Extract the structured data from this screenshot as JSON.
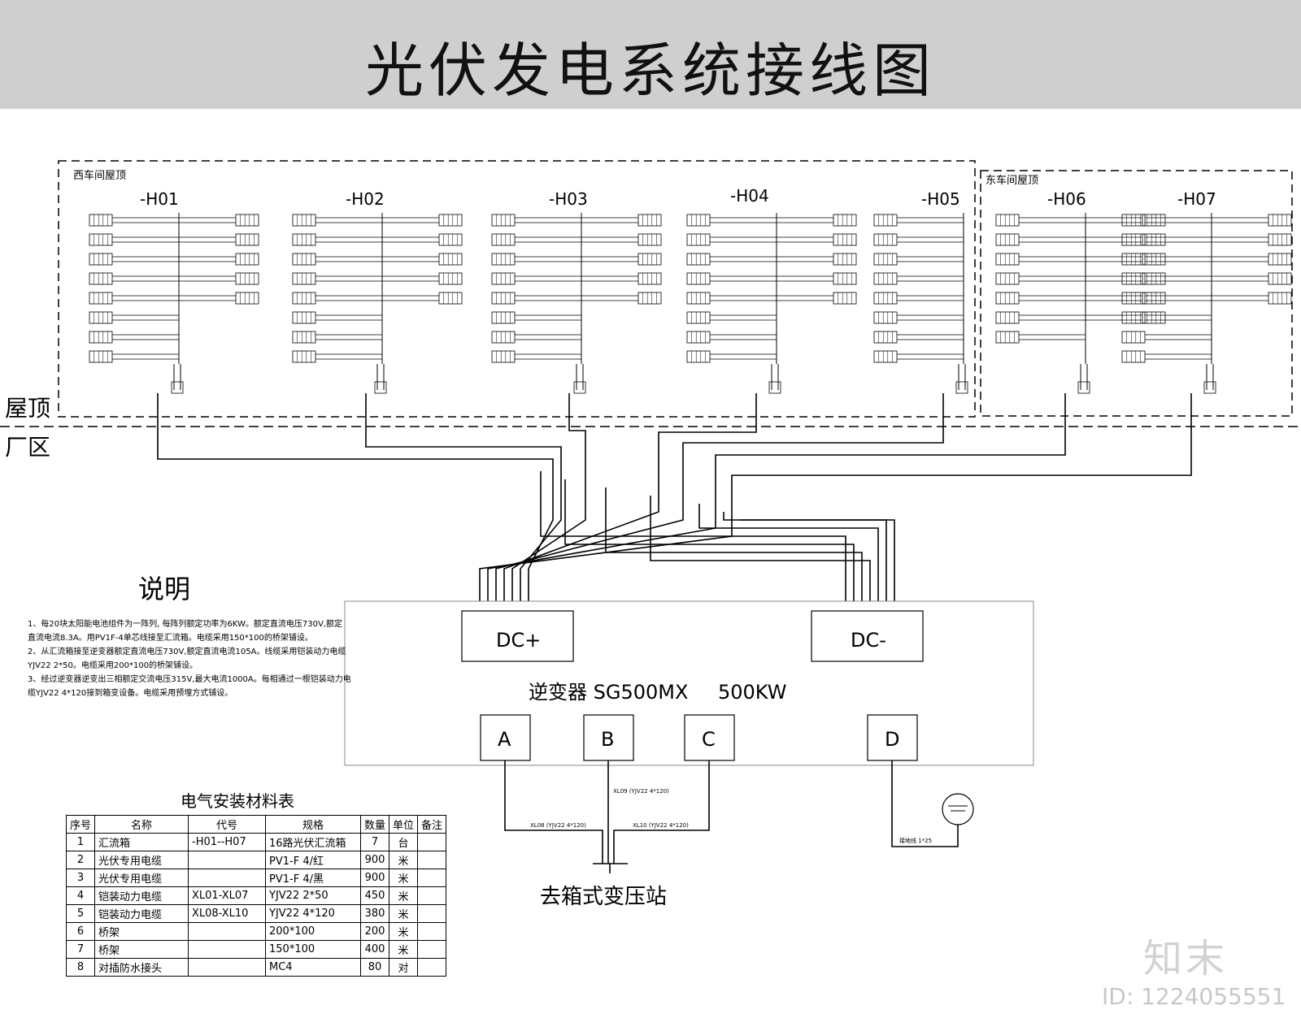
{
  "title": "光伏发电系统接线图",
  "areas": {
    "west_roof": "西车间屋顶",
    "east_roof": "东车间屋顶",
    "roof_label": "屋顶",
    "plant_label": "厂区"
  },
  "combiner_boxes": [
    "-H01",
    "-H02",
    "-H03",
    "-H04",
    "-H05",
    "-H06",
    "-H07"
  ],
  "inverter": {
    "dc_plus": "DC+",
    "dc_minus": "DC-",
    "name": "逆变器 SG500MX",
    "power": "500KW",
    "phases": [
      "A",
      "B",
      "C",
      "D"
    ]
  },
  "output_cables": {
    "xl08": "XL08 (YJV22 4*120)",
    "xl09": "XL09 (YJV22 4*120)",
    "xl10": "XL10 (YJV22 4*120)",
    "ground": "接地线 1*25"
  },
  "destination": "去箱式变压站",
  "notes": {
    "heading": "说明",
    "lines": [
      "1、每20块太阳能电池组件为一阵列, 每阵列额定功率为6KW。额定直流电压730V,额定",
      "直流电流8.3A。用PV1F-4单芯线接至汇流箱。电缆采用150*100的桥架铺设。",
      "2、从汇流箱接至逆变器额定直流电压730V,额定直流电流105A。线缆采用铠装动力电缆",
      "YJV22 2*50。电缆采用200*100的桥架铺设。",
      "3、经过逆变器逆变出三相额定交流电压315V,最大电流1000A。每相通过一根铠装动力电",
      "缆YJV22 4*120接到箱变设备。电缆采用预埋方式铺设。"
    ]
  },
  "materials_table": {
    "title": "电气安装材料表",
    "headers": [
      "序号",
      "名称",
      "代号",
      "规格",
      "数量",
      "单位",
      "备注"
    ],
    "rows": [
      [
        "1",
        "汇流箱",
        "-H01--H07",
        "16路光伏汇流箱",
        "7",
        "台",
        ""
      ],
      [
        "2",
        "光伏专用电缆",
        "",
        "PV1-F 4/红",
        "900",
        "米",
        ""
      ],
      [
        "3",
        "光伏专用电缆",
        "",
        "PV1-F 4/黑",
        "900",
        "米",
        ""
      ],
      [
        "4",
        "铠装动力电缆",
        "XL01-XL07",
        "YJV22 2*50",
        "450",
        "米",
        ""
      ],
      [
        "5",
        "铠装动力电缆",
        "XL08-XL10",
        "YJV22 4*120",
        "380",
        "米",
        ""
      ],
      [
        "6",
        "桥架",
        "",
        "200*100",
        "200",
        "米",
        ""
      ],
      [
        "7",
        "桥架",
        "",
        "150*100",
        "400",
        "米",
        ""
      ],
      [
        "8",
        "对插防水接头",
        "",
        "MC4",
        "80",
        "对",
        ""
      ]
    ]
  },
  "watermark": {
    "brand": "知末",
    "id": "ID: 1224055551"
  }
}
